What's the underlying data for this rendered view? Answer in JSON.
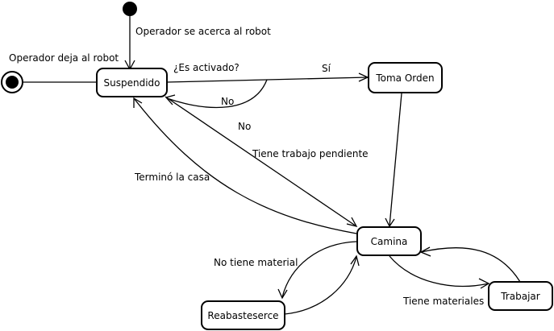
{
  "states": {
    "suspendido": "Suspendido",
    "toma_orden": "Toma Orden",
    "camina": "Camina",
    "reabasteserce": "Reabasteserce",
    "trabajar": "Trabajar"
  },
  "transitions": {
    "start_to_suspendido": "Operador se acerca al robot",
    "suspendido_to_end": "Operador deja al robot",
    "activated_question": "¿Es activado?",
    "yes": "Sí",
    "self_loop_no": "No",
    "no_to_camina": "No",
    "pending_work": "Tiene trabajo pendiente",
    "finished_house": "Terminó la casa",
    "no_material": "No tiene material",
    "has_materials": "Tiene materiales"
  },
  "colors": {
    "stroke": "#000000",
    "fill": "#ffffff"
  }
}
